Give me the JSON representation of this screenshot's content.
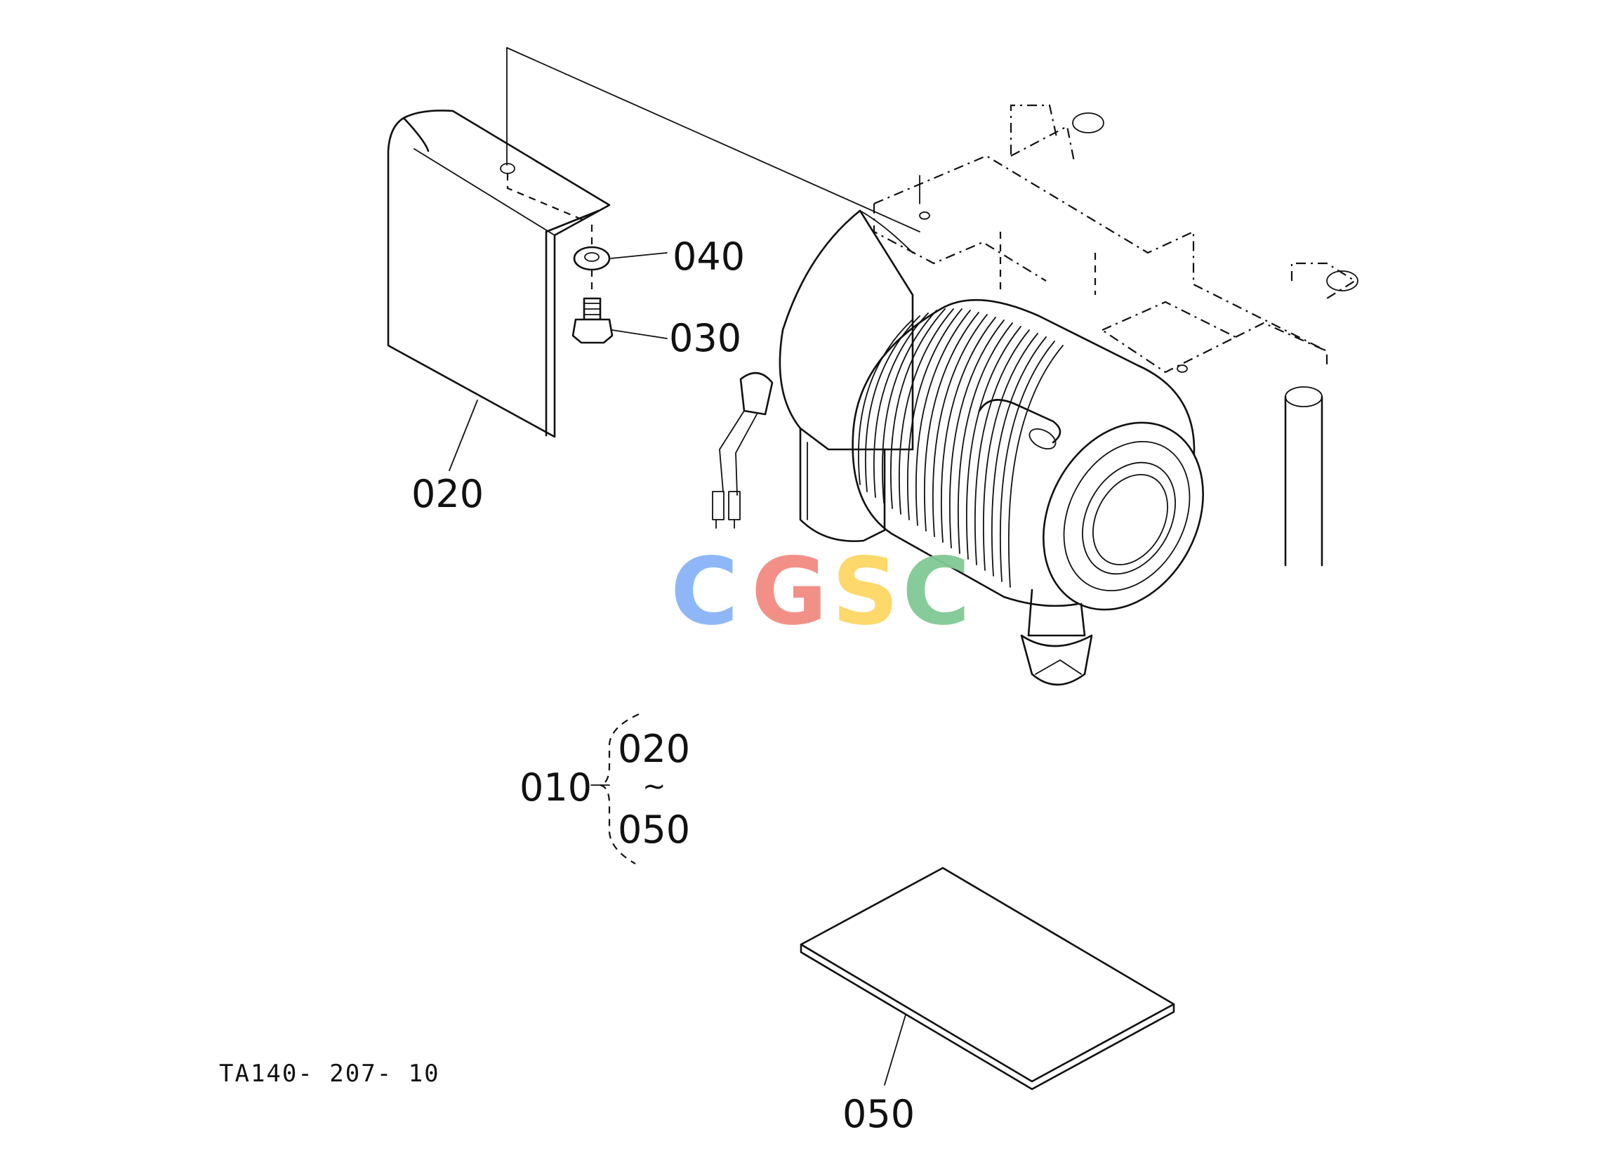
{
  "labels": {
    "part_020": "020",
    "part_030": "030",
    "part_040": "040",
    "part_050": "050",
    "assembly_010": "010",
    "assembly_from": "020",
    "assembly_range": "~",
    "assembly_to": "050"
  },
  "reference_code": "TA140- 207- 10",
  "watermark": {
    "letters": [
      "C",
      "G",
      "S",
      "C"
    ],
    "colors": [
      "#8ab4f8",
      "#f28b82",
      "#fdd663",
      "#81c995"
    ]
  }
}
